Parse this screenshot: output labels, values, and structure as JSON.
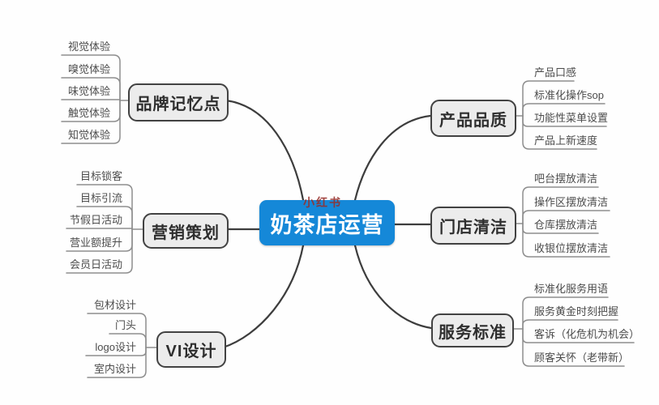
{
  "watermark": "小红书",
  "root": {
    "label": "奶茶店运营"
  },
  "branches": [
    {
      "label": "品牌记忆点",
      "children": [
        "视觉体验",
        "嗅觉体验",
        "味觉体验",
        "触觉体验",
        "知觉体验"
      ]
    },
    {
      "label": "营销策划",
      "children": [
        "目标锁客",
        "目标引流",
        "节假日活动",
        "营业额提升",
        "会员日活动"
      ]
    },
    {
      "label": "VI设计",
      "children": [
        "包材设计",
        "门头",
        "logo设计",
        "室内设计"
      ]
    },
    {
      "label": "产品品质",
      "children": [
        "产品口感",
        "标准化操作sop",
        "功能性菜单设置",
        "产品上新速度"
      ]
    },
    {
      "label": "门店清洁",
      "children": [
        "吧台摆放清洁",
        "操作区摆放清洁",
        "仓库摆放清洁",
        "收银位摆放清洁"
      ]
    },
    {
      "label": "服务标准",
      "children": [
        "标准化服务用语",
        "服务黄金时刻把握",
        "客诉（化危机为机会）",
        "顾客关怀（老带新）"
      ]
    }
  ],
  "colors": {
    "root_bg": "#1588d8",
    "root_text": "#ffffff",
    "branch_bg": "#ececec",
    "branch_border": "#424242",
    "main_line": "#3d3d3d",
    "child_line": "#8d8d8d",
    "child_text": "#4c4c4c",
    "watermark": "#962f2a"
  }
}
